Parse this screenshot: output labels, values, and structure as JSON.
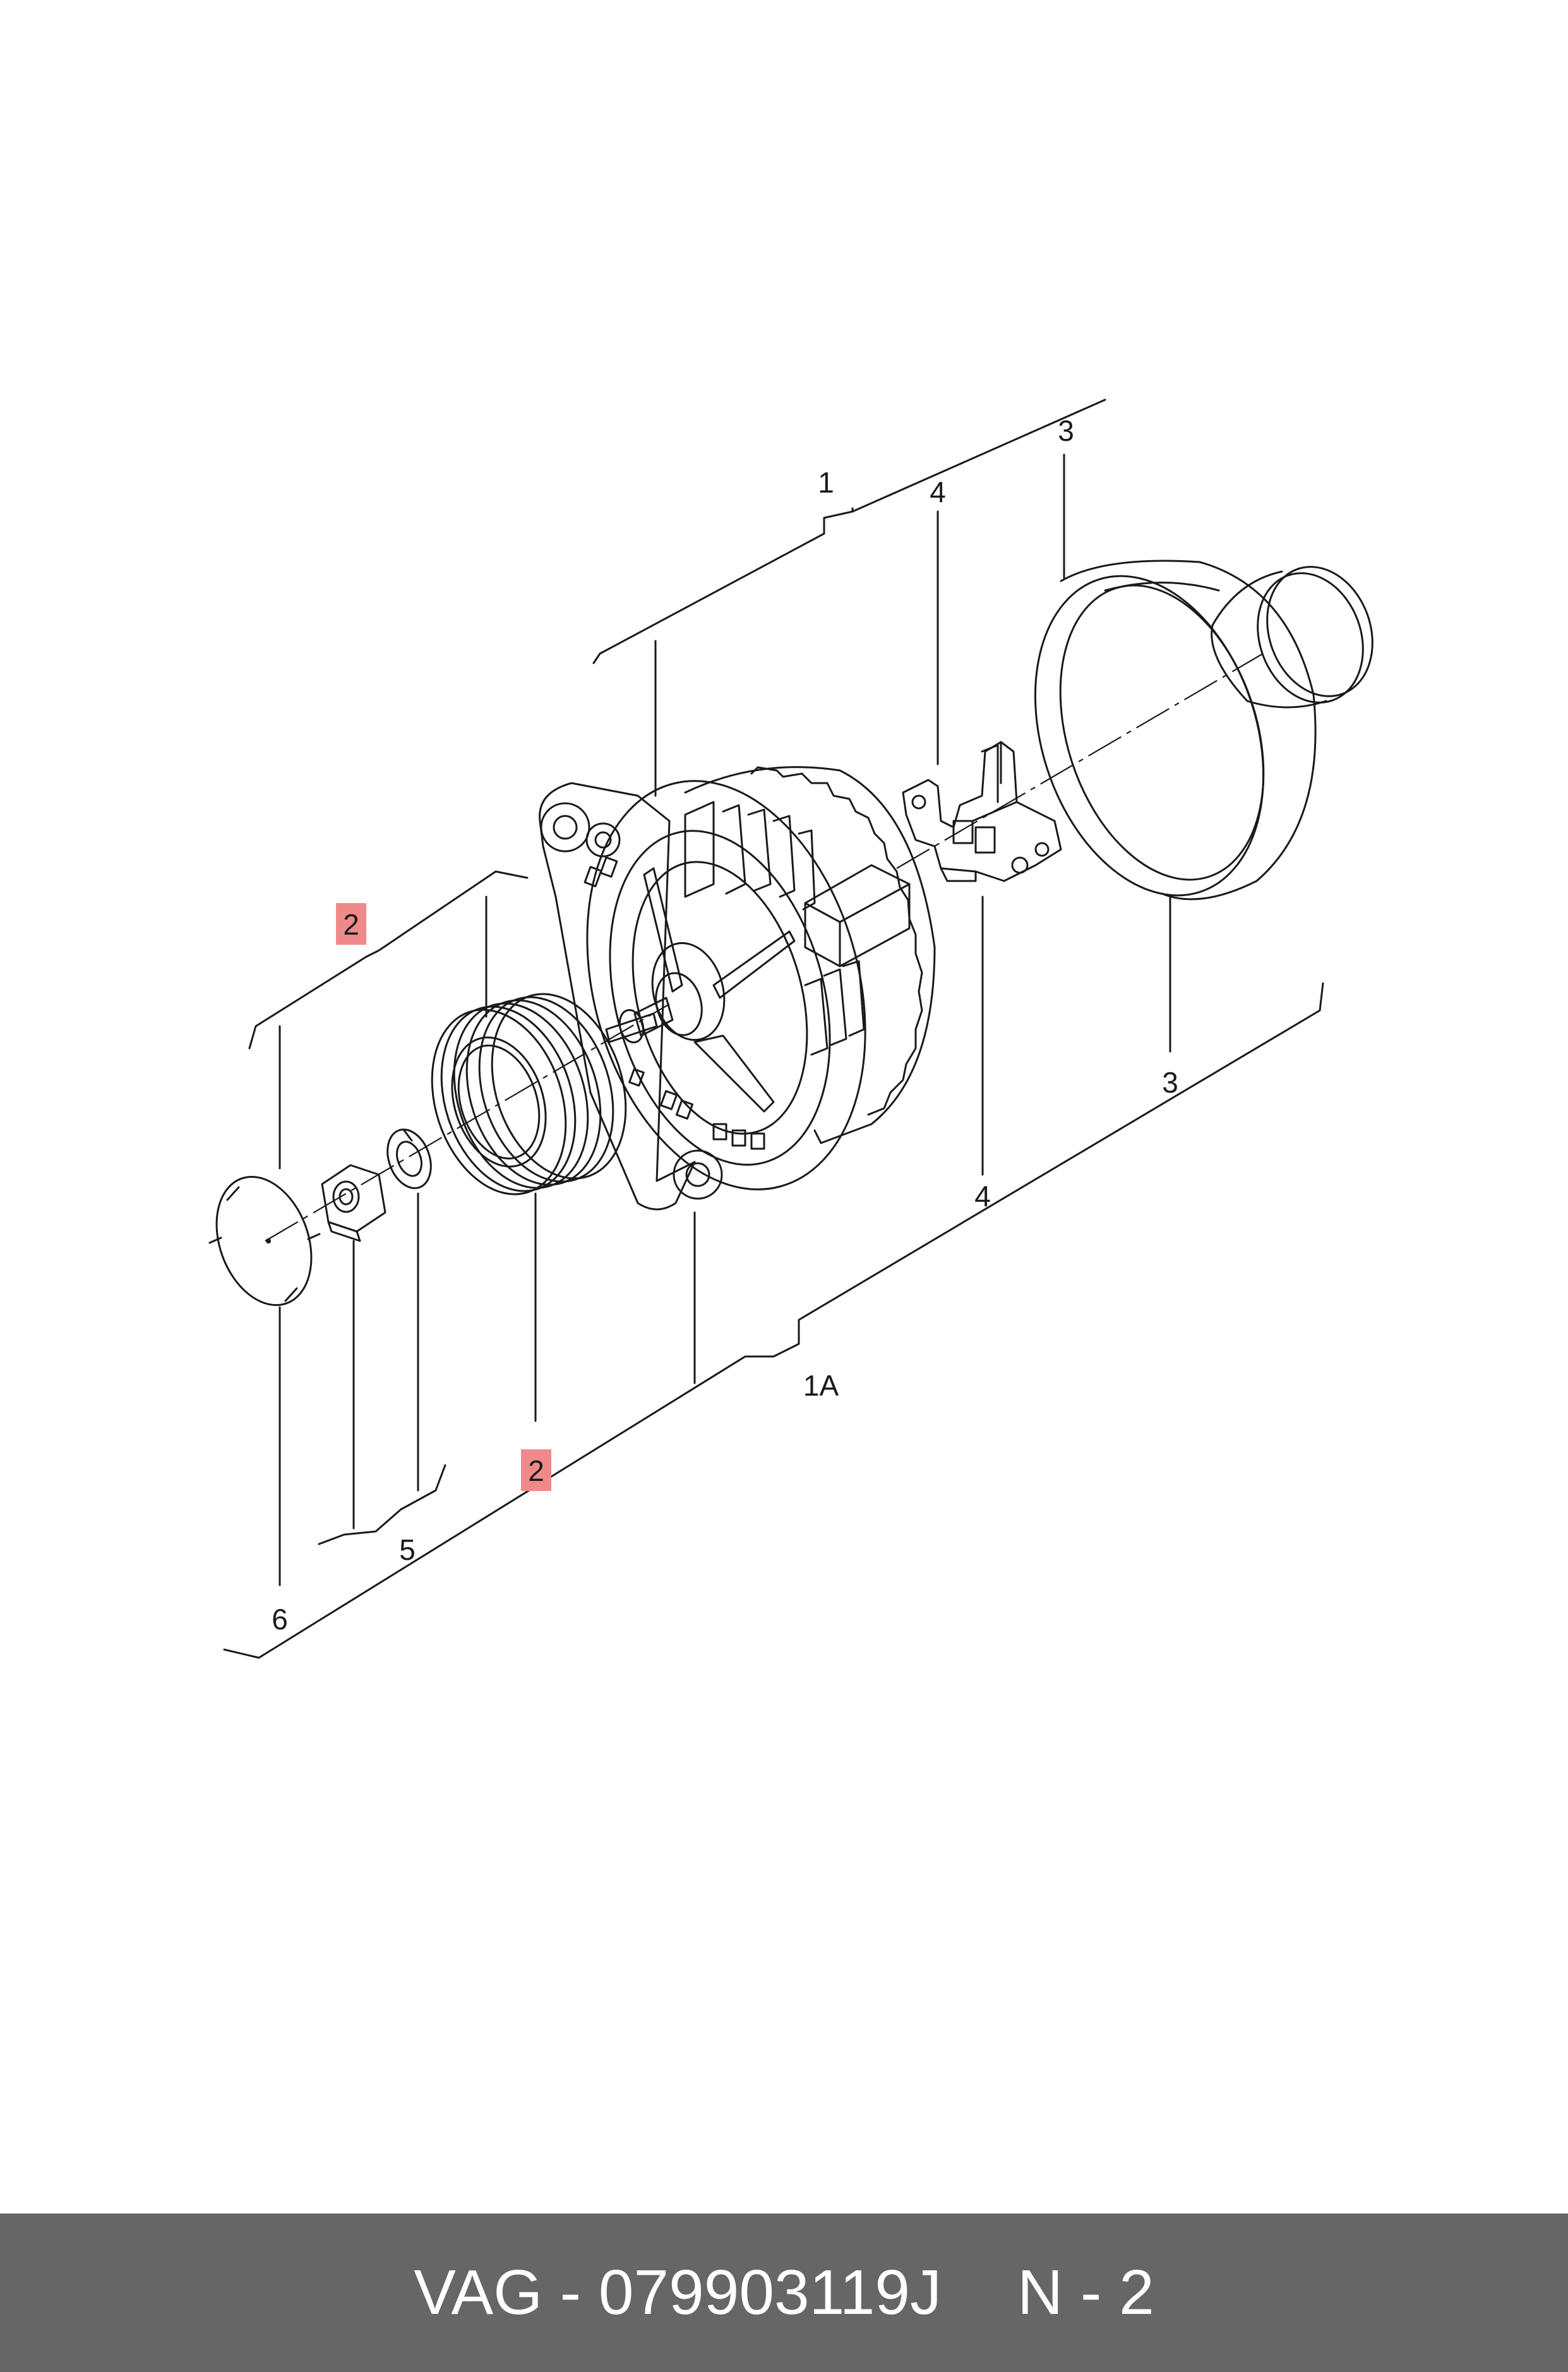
{
  "callouts": {
    "c1": "1",
    "c1a": "1A",
    "c2_top": "2",
    "c2_bottom": "2",
    "c3_top": "3",
    "c3_bottom": "3",
    "c4_top": "4",
    "c4_bottom": "4",
    "c5": "5",
    "c6": "6"
  },
  "highlight_color": "#f08a8a",
  "footer": {
    "part_number": "VAG - 079903119J",
    "page_ref": "N - 2",
    "background": "#666666"
  }
}
